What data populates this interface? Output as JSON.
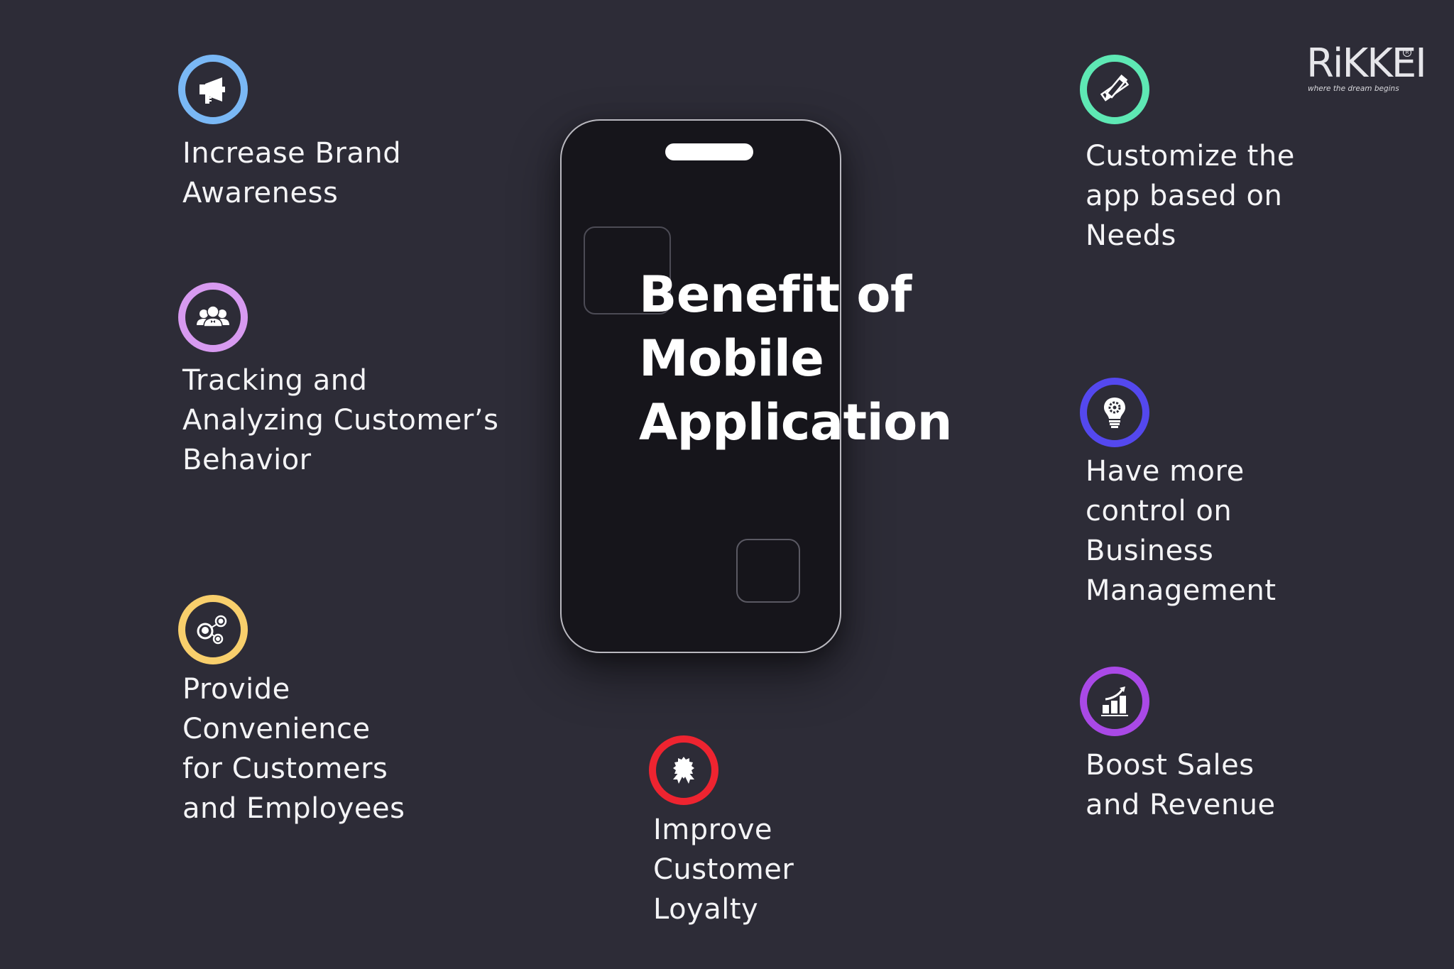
{
  "logo": {
    "brand": "RIKKEI",
    "display_text": "RiKKEI",
    "registered_mark": "R",
    "tagline": "where the dream begins"
  },
  "title": {
    "lines": [
      "Benefit of",
      "Mobile",
      "Application"
    ]
  },
  "colors": {
    "background": "#2d2c37",
    "phone_screen": "#16151b",
    "phone_border": "#b9b8bf",
    "text": "#ffffff"
  },
  "benefits": [
    {
      "id": "brand-awareness",
      "icon": "megaphone-icon",
      "ring_color": "#7ab8f5",
      "lines": [
        "Increase Brand",
        "Awareness"
      ]
    },
    {
      "id": "tracking-behavior",
      "icon": "users-group-icon",
      "ring_color": "#d79af0",
      "lines": [
        "Tracking and",
        "Analyzing Customer’s",
        "Behavior"
      ]
    },
    {
      "id": "convenience",
      "icon": "network-people-icon",
      "ring_color": "#f8cf6c",
      "lines": [
        "Provide",
        "Convenience",
        "for Customers",
        "and Employees"
      ]
    },
    {
      "id": "loyalty",
      "icon": "award-badge-icon",
      "ring_color": "#ee2430",
      "lines": [
        "Improve",
        "Customer",
        "Loyalty"
      ]
    },
    {
      "id": "customize",
      "icon": "pencil-ruler-icon",
      "ring_color": "#5ee8b4",
      "lines": [
        "Customize the",
        "app based on",
        "Needs"
      ]
    },
    {
      "id": "control",
      "icon": "lightbulb-gear-icon",
      "ring_color": "#5448ee",
      "lines": [
        "Have more",
        "control on",
        "Business",
        "Management"
      ]
    },
    {
      "id": "sales",
      "icon": "growth-chart-icon",
      "ring_color": "#a949e6",
      "lines": [
        "Boost Sales",
        "and Revenue"
      ]
    }
  ]
}
